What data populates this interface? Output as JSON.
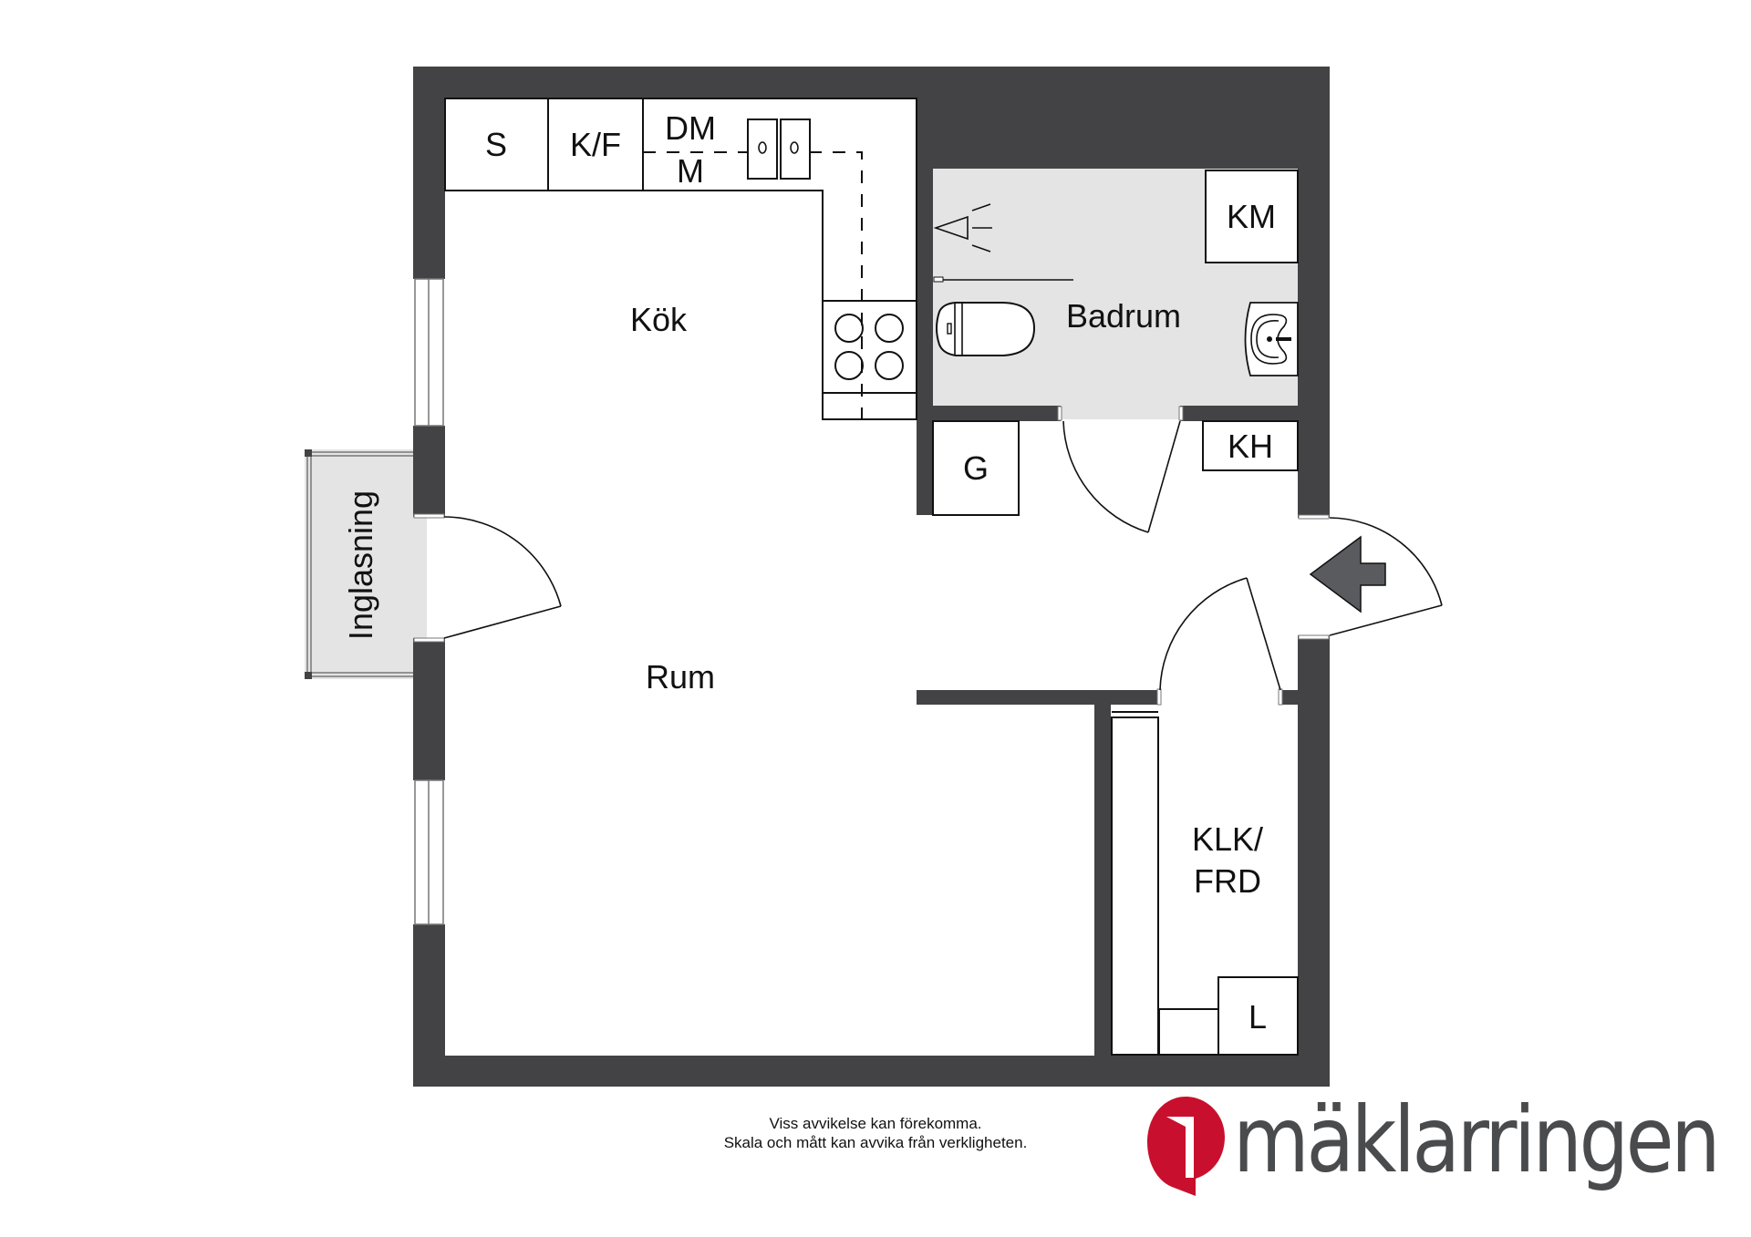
{
  "floor_plan": {
    "rooms": {
      "kitchen": "Kök",
      "living_room": "Rum",
      "bathroom": "Badrum",
      "glazed_balcony": "Inglasning",
      "closet_line1": "KLK/",
      "closet_line2": "FRD"
    },
    "fixtures": {
      "s": "S",
      "kf": "K/F",
      "dm": "DM",
      "m": "M",
      "km": "KM",
      "kh": "KH",
      "g": "G",
      "l": "L"
    },
    "entrance_marker": "entrance-arrow"
  },
  "footer": {
    "disclaimer_line1": "Viss avvikelse kan förekomma.",
    "disclaimer_line2": "Skala och mått kan avvika från verkligheten."
  },
  "brand": {
    "name": "mäklarringen",
    "logo_color": "#c8102e",
    "text_color": "#4a4b4d"
  },
  "colors": {
    "wall": "#434245",
    "bath_floor": "#e4e4e4",
    "entrance_arrow": "#5a5b5f"
  }
}
